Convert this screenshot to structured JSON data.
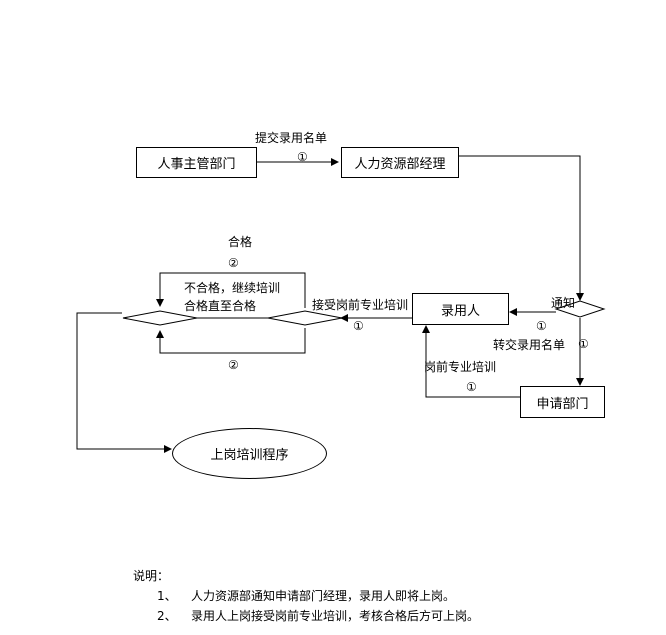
{
  "diagram": {
    "nodes": {
      "hr_dept": "人事主管部门",
      "hr_manager": "人力资源部经理",
      "hired_person": "录用人",
      "applying_dept": "申请部门",
      "onboard_training": "上岗培训程序",
      "retrain_note_line1": "不合格，继续培训",
      "retrain_note_line2": "合格直至合格"
    },
    "edge_labels": {
      "submit_list": "提交录用名单",
      "submit_list_step": "①",
      "qualified": "合格",
      "qualified_step": "②",
      "accept_training": "接受岗前专业培训",
      "accept_training_step": "①",
      "bottom_loop_step": "②",
      "notify": "通知",
      "notify_step": "①",
      "transfer_list": "转交录用名单",
      "transfer_list_step": "①",
      "pre_job_training": "岗前专业培训",
      "pre_job_training_step": "①"
    }
  },
  "notes": {
    "heading": "说明：",
    "items": [
      {
        "num": "1、",
        "text": "人力资源部通知申请部门经理，录用人即将上岗。"
      },
      {
        "num": "2、",
        "text": "录用人上岗接受岗前专业培训，考核合格后方可上岗。"
      }
    ]
  }
}
